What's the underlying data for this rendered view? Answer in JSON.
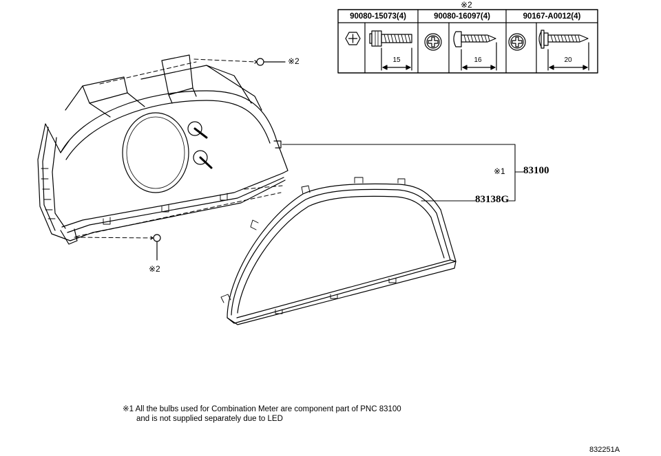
{
  "table": {
    "header_mark": "※2",
    "columns": [
      {
        "part_no": "90080-15073(4)",
        "length": "15"
      },
      {
        "part_no": "90080-16097(4)",
        "length": "16"
      },
      {
        "part_no": "90167-A0012(4)",
        "length": "20"
      }
    ]
  },
  "callouts": {
    "screw_top": "※2",
    "screw_bottom": "※2",
    "assembly_mark": "※1",
    "assembly_part": "83100",
    "lens_part": "83138G"
  },
  "notes": [
    "※1 All the bulbs used for Combination Meter are component part of PNC 83100",
    "and is not supplied separately due to LED"
  ],
  "figure_id": "832251A"
}
